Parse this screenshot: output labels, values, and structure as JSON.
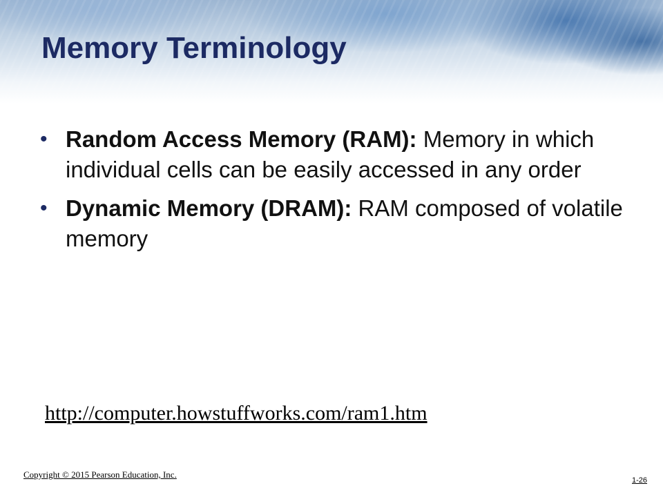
{
  "slide": {
    "title": "Memory Terminology",
    "bullets": [
      {
        "term": "Random Access Memory (RAM):",
        "definition": " Memory in which individual cells can be easily accessed in any order"
      },
      {
        "term": "Dynamic Memory (DRAM):",
        "definition": " RAM composed of volatile memory"
      }
    ],
    "bullet_symbol": "•",
    "link_url": "http://computer.howstuffworks.com/ram1.htm",
    "copyright": "Copyright © 2015 Pearson Education, Inc.",
    "page_number": "1-26"
  },
  "colors": {
    "title": "#1c2a63",
    "text": "#111111",
    "header_band": "#9db6d2"
  }
}
